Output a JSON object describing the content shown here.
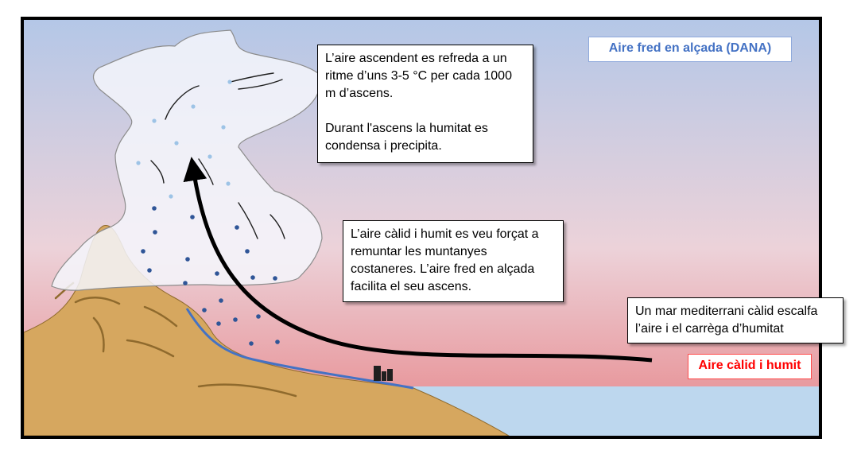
{
  "labels": {
    "cold_air": "Aire fred en alçada (DANA)",
    "warm_air": "Aire càlid i humit"
  },
  "callouts": {
    "cooling": {
      "line1": "L’aire ascendent es refreda a un ritme d’uns 3-5 °C per cada 1000 m d’ascens.",
      "line2": "Durant l'ascens la humitat es condensa i precipita."
    },
    "forced_ascent": "L’aire càlid i humit es veu forçat a remuntar les muntanyes costaneres. L’aire fred en alçada facilita el seu ascens.",
    "sea": "Un mar mediterrani càlid escalfa l’aire i el carrèga d’humitat"
  },
  "colors": {
    "sky_top": "#b4c7e7",
    "sky_bottom": "#e7868a",
    "sea": "#bdd7ee",
    "mountain": "#d6a75f",
    "cold_label": "#4472c4",
    "warm_label": "#ff0000"
  }
}
